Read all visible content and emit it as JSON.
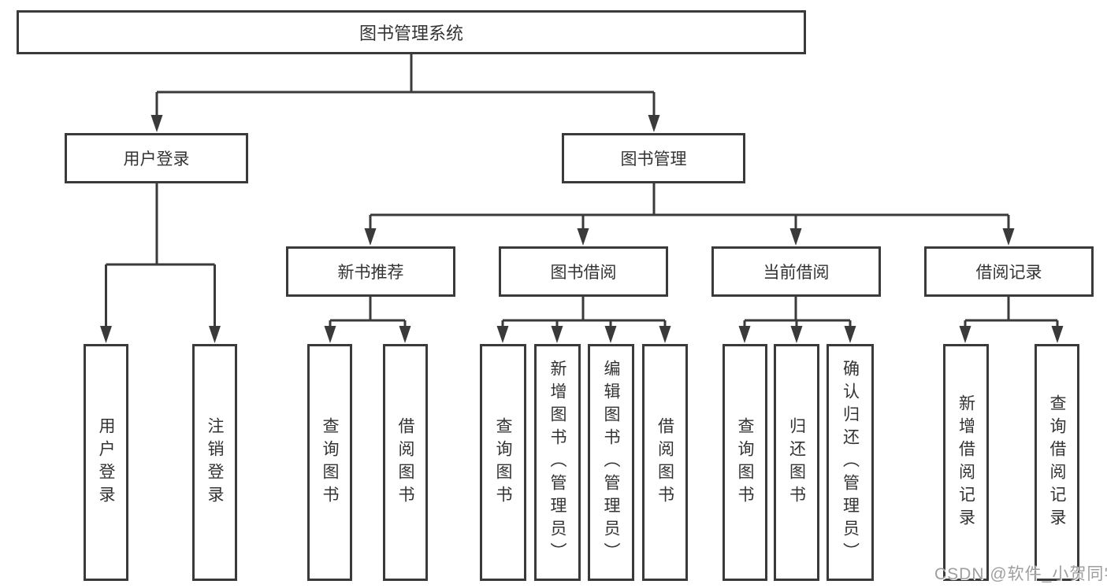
{
  "diagram": {
    "tree": {
      "root": "图书管理系统",
      "branches": [
        {
          "label": "用户登录",
          "leaves": [
            "用户登录",
            "注销登录"
          ]
        },
        {
          "label": "图书管理",
          "groups": [
            {
              "label": "新书推荐",
              "leaves": [
                "查询图书",
                "借阅图书"
              ]
            },
            {
              "label": "图书借阅",
              "leaves": [
                "查询图书",
                "新增图书（管理员）",
                "编辑图书（管理员）",
                "借阅图书"
              ]
            },
            {
              "label": "当前借阅",
              "leaves": [
                "查询图书",
                "归还图书",
                "确认归还（管理员）"
              ]
            },
            {
              "label": "借阅记录",
              "leaves": [
                "新增借阅记录",
                "查询借阅记录"
              ]
            }
          ]
        }
      ]
    },
    "colors": {
      "line": "#3a3a3a",
      "text": "#333333",
      "background": "#ffffff",
      "watermark": "#9e9e9e"
    }
  },
  "watermark": {
    "text": "CSDN @软件_小贺同学"
  }
}
